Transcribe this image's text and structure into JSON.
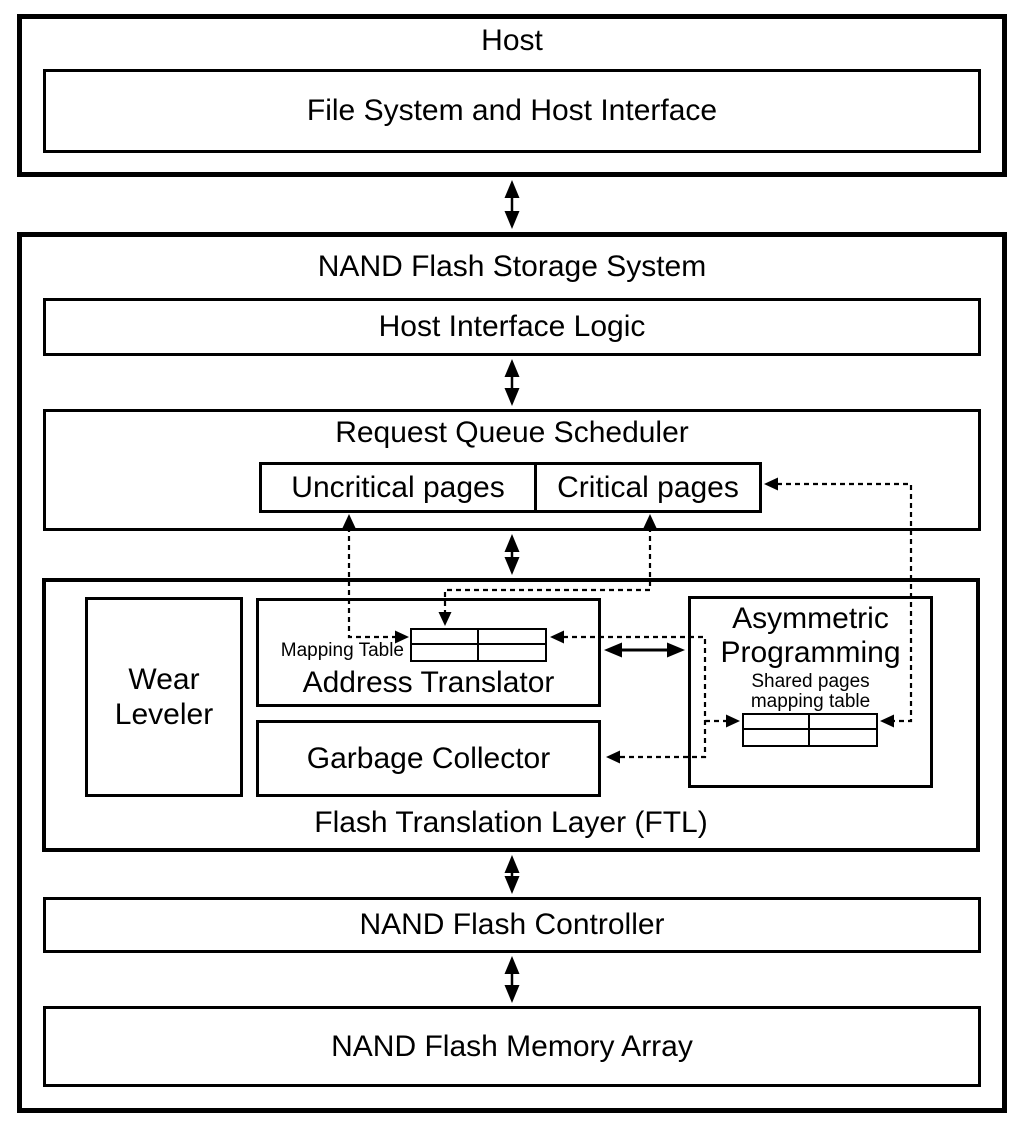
{
  "colors": {
    "background": "#ffffff",
    "line": "#000000",
    "text": "#000000"
  },
  "host": {
    "title": "Host",
    "file_system": "File System and Host Interface"
  },
  "storage": {
    "title": "NAND Flash Storage System",
    "host_interface_logic": "Host Interface Logic",
    "request_queue_scheduler": {
      "title": "Request Queue Scheduler",
      "uncritical_queue": "Uncritical pages",
      "critical_queue": "Critical pages"
    },
    "ftl": {
      "title": "Flash Translation Layer (FTL)",
      "wear_leveler": "Wear Leveler",
      "address_translator": "Address Translator",
      "mapping_table_label": "Mapping Table",
      "garbage_collector": "Garbage Collector",
      "asymmetric_programming": "Asymmetric Programming",
      "shared_pages_label": "Shared pages mapping table"
    },
    "nand_flash_controller": "NAND Flash Controller",
    "nand_flash_memory_array": "NAND Flash Memory Array"
  }
}
